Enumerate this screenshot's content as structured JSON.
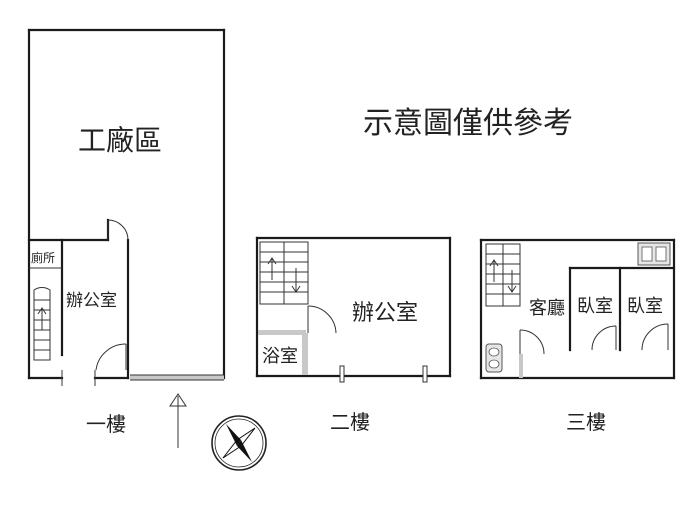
{
  "note": "示意圖僅供參考",
  "floors": {
    "f1": {
      "title": "一樓",
      "rooms": {
        "factory": "工廠區",
        "toilet": "廁所",
        "office": "辦公室"
      }
    },
    "f2": {
      "title": "二樓",
      "rooms": {
        "office": "辦公室",
        "bathroom": "浴室"
      }
    },
    "f3": {
      "title": "三樓",
      "rooms": {
        "living": "客廳",
        "bedroom1": "臥室",
        "bedroom2": "臥室"
      }
    }
  },
  "icons": {
    "entrance": "up-arrow-icon",
    "compass": "compass-icon",
    "stairs": "stairs-icon",
    "door": "door-swing-icon",
    "sink": "sink-icon",
    "washbasin": "washbasin-icon"
  }
}
